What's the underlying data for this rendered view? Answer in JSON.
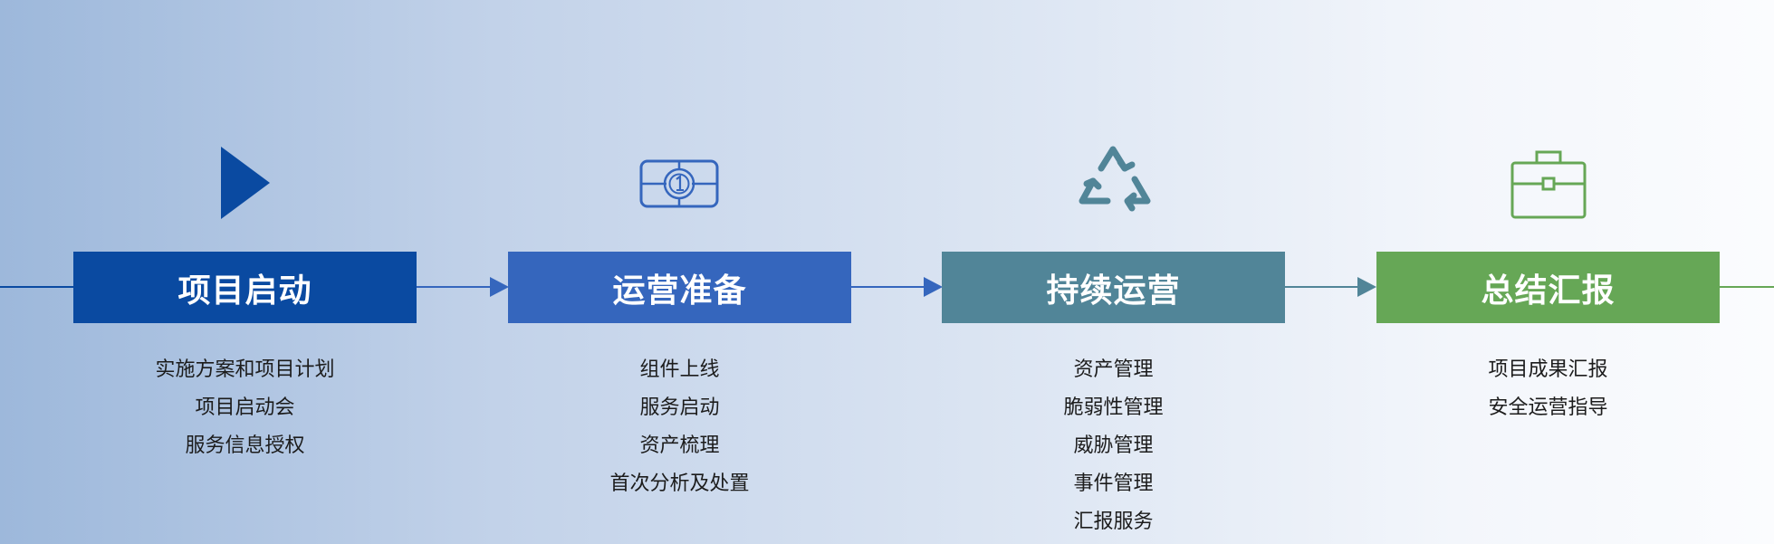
{
  "colors": {
    "stage1": "#0a4aa1",
    "stage2": "#3566bd",
    "stage3": "#518598",
    "stage4": "#66a756"
  },
  "stages": [
    {
      "title": "项目启动",
      "icon": "play-triangle-icon",
      "items": [
        "实施方案和项目计划",
        "项目启动会",
        "服务信息授权"
      ]
    },
    {
      "title": "运营准备",
      "icon": "target-ticket-icon",
      "items": [
        "组件上线",
        "服务启动",
        "资产梳理",
        "首次分析及处置"
      ]
    },
    {
      "title": "持续运营",
      "icon": "recycle-icon",
      "items": [
        "资产管理",
        "脆弱性管理",
        "威胁管理",
        "事件管理",
        "汇报服务"
      ]
    },
    {
      "title": "总结汇报",
      "icon": "briefcase-icon",
      "items": [
        "项目成果汇报",
        "安全运营指导"
      ]
    }
  ]
}
